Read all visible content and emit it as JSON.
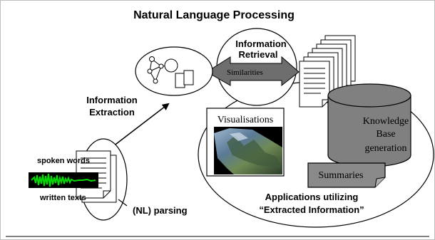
{
  "diagram": {
    "title": "Natural Language Processing",
    "labels": {
      "information_retrieval_line1": "Information",
      "information_retrieval_line2": "Retrieval",
      "similarities": "Similarities",
      "information_extraction_line1": "Information",
      "information_extraction_line2": "Extraction",
      "spoken_words": "spoken words",
      "written_texts": "written texts",
      "nl_parsing": "(NL) parsing",
      "visualisations": "Visualisations",
      "knowledge_base_line1": "Knowledge",
      "knowledge_base_line2": "Base",
      "knowledge_base_line3": "generation",
      "summaries": "Summaries",
      "applications_line1": "Applications utilizing",
      "applications_line2": "“Extracted Information”"
    },
    "colors": {
      "similarities_arrow": "#6e6e6e",
      "knowledge_cylinder": "#808080",
      "summaries_box": "#8a8a8a",
      "waveform": "#00dd00",
      "waveform_bg": "#000000"
    }
  }
}
